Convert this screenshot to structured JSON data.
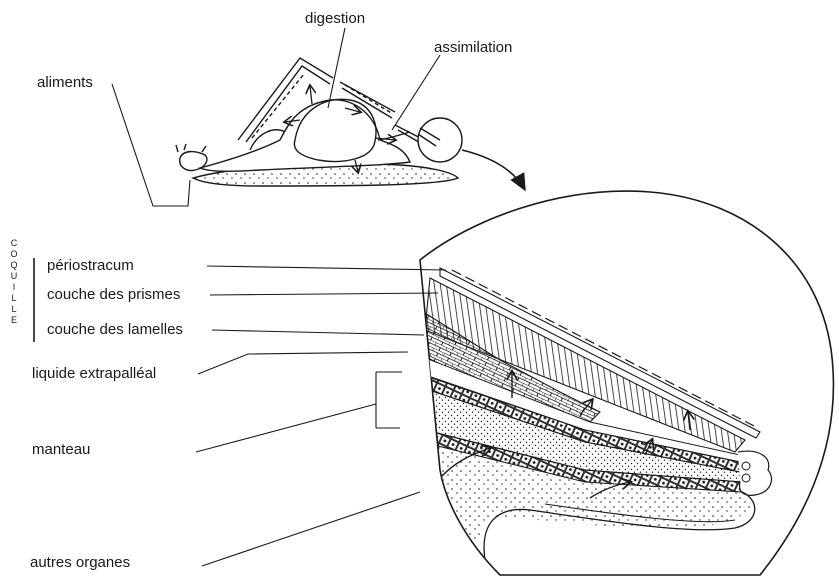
{
  "labels": {
    "digestion": "digestion",
    "assimilation": "assimilation",
    "aliments": "aliments",
    "periostracum": "périostracum",
    "couche_prismes": "couche des prismes",
    "couche_lamelles": "couche des lamelles",
    "liquide": "liquide extrapalléal",
    "manteau": "manteau",
    "autres_organes": "autres organes"
  },
  "vertical_label": [
    "C",
    "O",
    "Q",
    "U",
    "I",
    "L",
    "L",
    "E"
  ],
  "colors": {
    "ink": "#1a1a1a",
    "background": "#ffffff"
  }
}
